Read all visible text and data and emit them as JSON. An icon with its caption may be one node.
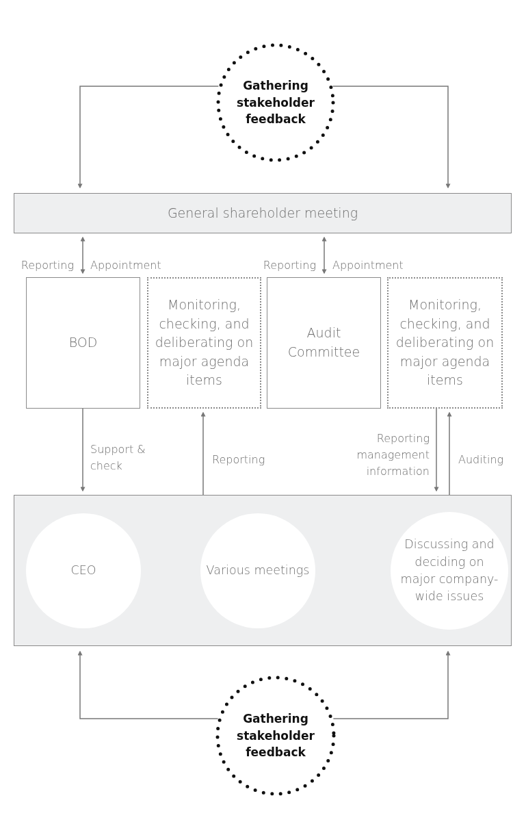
{
  "diagram": {
    "nodes": [
      {
        "text": [
          "Gathering stakeholder feedback"
        ]
      },
      {
        "text": [
          "General shareholder meeting"
        ]
      },
      {
        "text": [
          "BOD"
        ]
      },
      {
        "text": [
          "Monitoring, checking, and deliberating on major agenda items"
        ]
      },
      {
        "text": [
          "Audit Committee"
        ]
      },
      {
        "text": [
          "Monitoring, checking, and deliberating on major agenda items"
        ]
      },
      {
        "text": [],
        "shape": "box"
      },
      {
        "text": [
          "CEO"
        ],
        "in": 6
      },
      {
        "text": [
          "Various meetings"
        ],
        "in": 6
      },
      {
        "text": [
          "Discussing and deciding on major company-wide issues"
        ],
        "in": 6
      },
      {
        "text": [
          "Gathering stakeholder feedback"
        ]
      }
    ],
    "edges": [
      {
        "from": 0,
        "to": 1,
        "arrow": "to"
      },
      {
        "from": 0,
        "to": 1,
        "arrow": "to"
      },
      {
        "from": 2,
        "to": 1,
        "arrow": "both"
      },
      {
        "from": 4,
        "to": 1,
        "arrow": "both"
      },
      {
        "from": 2,
        "to": 6,
        "arrow": "to",
        "label": "Support & check"
      },
      {
        "from": 6,
        "to": 3,
        "arrow": "to",
        "label": "Reporting"
      },
      {
        "from": 5,
        "to": 6,
        "arrow": "to",
        "label": "Reporting management information"
      },
      {
        "from": 6,
        "to": 5,
        "arrow": "to",
        "label": "Auditing"
      },
      {
        "from": 10,
        "to": 6,
        "arrow": "to"
      },
      {
        "from": 10,
        "to": 6,
        "arrow": "to"
      }
    ],
    "labels": [
      "Reporting",
      "Appointment",
      "Reporting",
      "Appointment"
    ]
  }
}
